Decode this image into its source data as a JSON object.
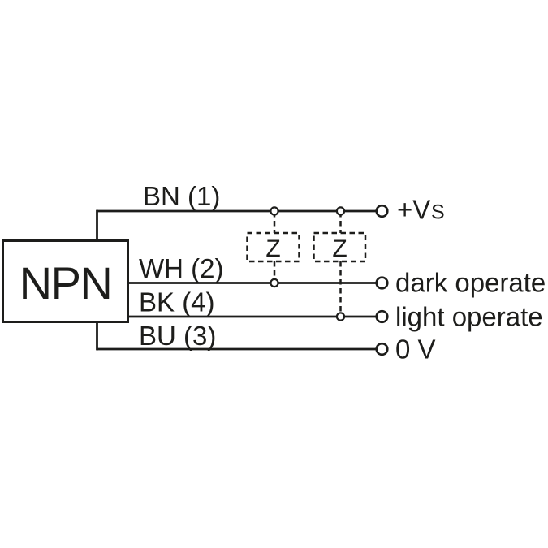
{
  "colors": {
    "ink": "#1d1d1b",
    "background": "#ffffff"
  },
  "diagram": {
    "type": "wiring-connection-diagram",
    "device": "NPN",
    "wires": {
      "bn": "BN (1)",
      "wh": "WH (2)",
      "bk": "BK (4)",
      "bu": "BU (3)"
    },
    "terminals": {
      "vs_main": "+V",
      "vs_sub": "S",
      "dark": "dark operate",
      "light": "light operate",
      "zero": "0 V"
    },
    "loads": {
      "z1": "Z",
      "z2": "Z"
    }
  }
}
